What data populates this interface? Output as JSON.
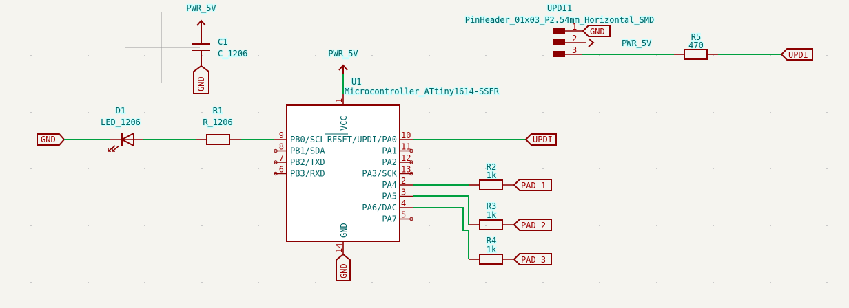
{
  "app": {
    "view": "schematic-editor-canvas"
  },
  "colors": {
    "background": "#f5f4ef",
    "wire": "#00a040",
    "component": "#8b0000",
    "text": "#006464",
    "pin_text": "#a00000"
  },
  "power": {
    "pwr_c1": "PWR_5V",
    "pwr_u1": "PWR_5V",
    "pwr_header": "PWR_5V",
    "gnd_c1": "GND",
    "gnd_u1": "GND",
    "gnd_header": "GND"
  },
  "components": {
    "c1": {
      "ref": "C1",
      "value": "C_1206"
    },
    "d1": {
      "ref": "D1",
      "value": "LED_1206"
    },
    "r1": {
      "ref": "R1",
      "value": "R_1206"
    },
    "r2": {
      "ref": "R2",
      "value": "1k"
    },
    "r3": {
      "ref": "R3",
      "value": "1k"
    },
    "r4": {
      "ref": "R4",
      "value": "1k"
    },
    "r5": {
      "ref": "R5",
      "value": "470"
    },
    "updi1": {
      "ref": "UPDI1",
      "value": "PinHeader_01x03_P2.54mm_Horizontal_SMD",
      "pins": [
        "1",
        "2",
        "3"
      ]
    },
    "u1": {
      "ref": "U1",
      "value": "Microcontroller_ATtiny1614-SSFR",
      "top_pin": {
        "num": "1",
        "name": "VCC"
      },
      "bottom_pin": {
        "num": "14",
        "name": "GND"
      },
      "left_pins": [
        {
          "num": "9",
          "name": "PB0/SCL"
        },
        {
          "num": "8",
          "name": "PB1/SDA"
        },
        {
          "num": "7",
          "name": "PB2/TXD"
        },
        {
          "num": "6",
          "name": "PB3/RXD"
        }
      ],
      "right_pins": [
        {
          "num": "10",
          "name": "RESET/UPDI/PA0"
        },
        {
          "num": "11",
          "name": "PA1"
        },
        {
          "num": "12",
          "name": "PA2"
        },
        {
          "num": "13",
          "name": "PA3/SCK"
        },
        {
          "num": "2",
          "name": "PA4"
        },
        {
          "num": "3",
          "name": "PA5"
        },
        {
          "num": "4",
          "name": "PA6/DAC"
        },
        {
          "num": "5",
          "name": "PA7"
        }
      ]
    }
  },
  "labels": {
    "gnd_led": "GND",
    "updi_u1": "UPDI",
    "updi_r5": "UPDI",
    "pad1": "PAD 1",
    "pad2": "PAD 2",
    "pad3": "PAD 3"
  }
}
